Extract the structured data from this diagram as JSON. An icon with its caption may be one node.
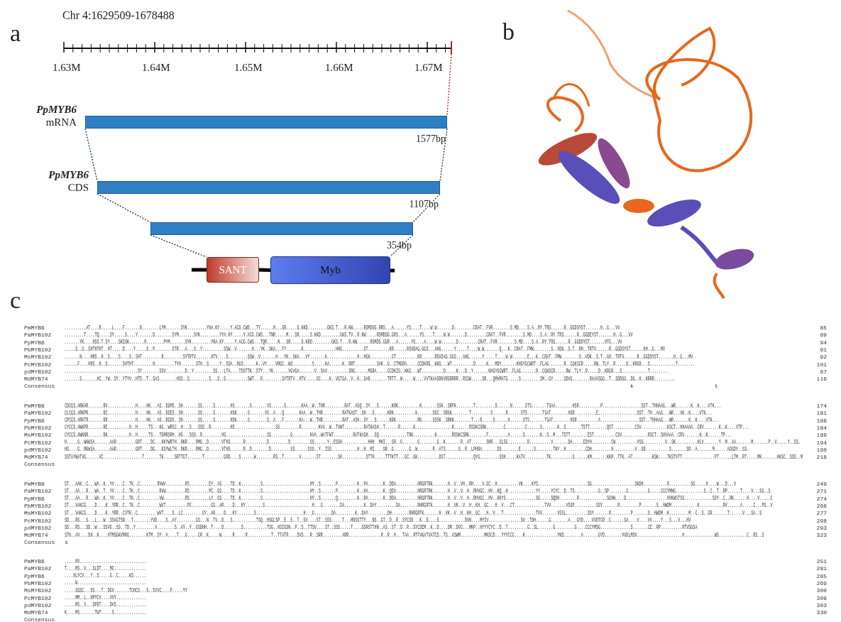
{
  "diagram": {
    "nodes": [
      {
        "text": [],
        "shape": "line"
      },
      {
        "text": [],
        "shape": "bar",
        "beside": [
          "PpMYB6",
          "mRNA",
          "1577bp"
        ]
      },
      {
        "text": [],
        "shape": "bar",
        "beside": [
          "PpMYB6",
          "CDS",
          "1107bp"
        ]
      },
      {
        "text": [],
        "shape": "bar",
        "beside": [
          "354bp"
        ]
      },
      {
        "text": [
          "SANT"
        ]
      },
      {
        "text": [
          "Myb"
        ]
      }
    ],
    "edges": [
      {
        "from": 0,
        "to": 1,
        "arrow": "none",
        "style": "dashed",
        "color": "#b22222"
      },
      {
        "from": 1,
        "to": 2,
        "arrow": "none",
        "style": "dashed"
      },
      {
        "from": 1,
        "to": 2,
        "arrow": "none",
        "style": "dashed"
      },
      {
        "from": 2,
        "to": 3,
        "arrow": "none",
        "style": "dashed"
      },
      {
        "from": 2,
        "to": 3,
        "arrow": "none",
        "style": "dashed"
      },
      {
        "from": 3,
        "to": 4,
        "arrow": "none",
        "style": "dashed"
      },
      {
        "from": 3,
        "to": 5,
        "arrow": "none",
        "style": "dashed"
      },
      {
        "from": 4,
        "to": 5,
        "arrow": "none",
        "style": "thick"
      }
    ],
    "labels": [
      "a",
      "Chr 4:1629509-1678488",
      "1.63M",
      "1.64M",
      "1.65M",
      "1.66M",
      "1.67M",
      "b",
      "c",
      "PmMYB6",
      "..........AT....R.....L....F.......R........LYM.......SYK.........YHA.KY.....Y.ACG.CWS...TY......H...SR.....S.KKD.........GKS.T...R.KW.....RSMDSG.RRS...A......YS....T....W.W.......D.........CRAT..FVR........S.MD....S.A..RY.TRS......R..GGDSYST.......H..G...VV",
      "85",
      "PaMYB102",
      ".........T....TQ.....SY.....S....Y.......D........SYM.......SYK.........YYA.KY.....Y.ACG.CWS...TNR.....M...SR.....S.KKD.........GKS.TV..R.KW.....RSMDSG.GRS...A......YS....T....W.W.......D.........CRAT..FVR........S.MD....S.A..RY.TRS......R..GGDEYST.......H..G...VV",
      "89",
      "PpMYB6",
      ".......YK....HSS.T.SY....SKSSK.......R........PYM.......SYK.........YRA.KY.....Y.ACG.CWS...TQR.....N...SR.....S.KRD.........GKS.T...R.KW......RSMDS.GGR...A......YS....A....W.W.......D.........CRAT..FVR........S.MD....S.A..RY.TRS......R..GGDSYST.......HTG...VV",
      "94",
      "PbMYB102",
      ".....S..S..SHTHTHT..HT.....D....Y.....S..P........STR...A...S..Y..........SSW..V.......H...YK..SKA...FY.......K...............HHG..........ST..........KR......RSVDAG.GGS...AHG......Y.....T....W.W.......Q...K..CRAT..FMW........S..VDK..S.T..RH..TRTV......R..GGDSYST......HH..G...MV",
      "91",
      "MsMYB102",
      ".......N....HRS..H..S....S....S..SHT.........R.........SYTRTV.......HTV....S.........SSW..V.......H...YK..SKA...VY.......K..............H..HGK..........ST..........KR......RSVDAG.GGS...AHG......Y.....T....W.W.......E...K..CRAT..FMW........S..VDK..S.T..GH..TRTV......R..GGDSYST.......H..G...MV",
      "92",
      "PcMYB102",
      "......F....HRS..H..S.......SHTHT.........H.........TYH.......STH..S.....Y..SSA..HGS......K..VY....VRGC..WS.........S.....KA......K..RRT..........SVK..G..CTMGRA.....CCDKRG..KKG...WT..........D.....K...MDY.......KHGYGCWRT..FLAG.......R..CGKSCR.....RW..TLY..R.....D..KRGR...S............T........",
      "101",
      "pdMYB102",
      "..................................SY........SSV.........D..Y.........SS...LTA....TDSTTK..STY...YK.......VGVGA.......V..SAV..........SRG......MGRA.....CCDKIG..KKG...WT..........D.....K...D..Y.......KHGYGCWRT..FLAG.......R..CGKSCR.....RW..TLY..R.....D..KRGR...S............T........",
      "87",
      "MdMYB74",
      ".......S.......HC..YW..SY..YTYV..HTD..T..SAS........HSS..S.........S...S..S..........SWT...R.........SYTRTV..HTV.....SC....K..VGTGA..V..K..SAR........TRTT..W.....W....VVTKAASRKVRGRRRR..RSSW.....SR...QMVMATG.....S.........SM..GY.....SDVG........RAAVSGG..T..SDRSG..DG..H..KRRR..........",
      "116",
      "Consensus",
      "k",
      "t",
      "PmMYB6",
      "CDCGS.ARKAR.......RV.............H....HK...AS..DGMS..SH.......SS.....S.......HS.......S.......VS......S.......KAA..W..THR.........RAT..ASQ..SY...S......KRK..........K.......SSK..SRFK........T.........S......N......STS.......TSAA........HSR..........P..................SST..THHAAG...WR.......K..K....VTK...",
      "174",
      "PaMYB102",
      "CLCGS.ARKPR.......RC.............H....HK...AS..DGES..SH.......SS.....S.......HSK.....S.......VS..A...Q.......KAA..W..THR.........RATKAST..SH...S......KRK..........K.......SSC..SRGK........T.........S......R......STS.......TSAT........HSR..........E..................SST..TH..AAG...WR...VK..K....VTK...",
      "181",
      "PpMYB6",
      "CPCGS.ARKTR.......RR.............H....HK...AS..DGDS..SH.......SS.....S.......HSK.....S........S..A...F.......KA...W..THR.........RAT..ASH..SY...S......KRK..........RK.....SSSK..SRKK........T...R.....S......H......STS.......TSAT........HSR..........A..................SST..THHAAG...WR.......K..K....VTK...",
      "186",
      "PbMYB102",
      "CYCCS.AWKPR.......RE..........H..H.....TS...KG..WRSC..H...S...SSS..R.........HS...................SS.........R........KVA..W..TVWT.........RATKASH..T......R......K.................K.......RSSKCSRK........C.........C......S.......K..S.......TSTT........QST..........CSV............KSCT..HHAAAA..CRV.......K..K....VTP...",
      "184",
      "MsMYB102",
      "CYCCS.AWKNR.......RK..........H..H.....TS...TGMRSRH..HS...SSS..R.........HS...................SS.........G........KVA..WATFWT.........RATKASH...SQ.............TRK..........K.......RSSKCSRK........F.........A......S.......K..S..M...TSTT........EST..........CSV............RSCT..SHVAAA..CRV.......K..K......TP...",
      "189",
      "PcMYB102",
      "H.....G..WKWSA.......AAR.........GRT....DC...KKYWRTH..RKR....RMG..D......VTHS......R..........D.........D.........SS......Y..ESSH............HHH..MHI...SR..G.......G........G..K.......R..AT.......SHR...SLSG.........R..........V.......DA.....EDYH.........CW..........VSS..........V..SK..........HLV.......Y..M..AA.......M.......P..V.....Y..SS.",
      "194",
      "pdMYB102",
      "HS....G..RKWSA.......AAR.........GRT....DG...KSYWLTH..RKR....RMG..D......VTHS......R..D........D.........SS......SSS..Y..ISS............H..H..MI....SR..G.......G..W.......R..ATS......S..R..LPHRA.......DS........E......S........TNY..H.........CDH.........H..........V..SR...........S.......SR..A.......M......ADGDY..SS.",
      "180",
      "MdMYB74",
      "SSTAYWATVG......VC..................T.......TK.....SRTTGT.......T.........GRD....S......W........RS..T.......V.......ST........SH...........STTH.....TTTKTT...GC..GK..........DST.............QYG.........SSH.....KATV..........TK..........S......KM.......KKM..TTK..AT.........KSK....TKSTVTT...............PT......LTM..RT.....MK.......HKSC..SSS..M",
      "218",
      "Consensus",
      "PmMYB6",
      "ST...AAK..C...WA..K..YV....C..TK..C........RVWV.........RS.........EY..AS....TD..K.........S......................HY..S.......P.........K..PA.......K..DDA..........HRGRTRK.......H..V..VH..RH....V.GC..H..........VK....KYS.......................SG....................SKDH...........R..........SG.....H....W...D...V",
      "249",
      "PaMYB102",
      "ST...AA...R...WA..T..YV....C..TK..C.........RVW.........RS.........PC..GS....TD..K.........S......................HY..S.......P.........K..HA.......K..QDV..........HRGRTRK.......H..V..V..H..RHVGC..HV..KQ..H.............YY.....YCYC..D..TS...........G..SP........G.........G.....CCCYMNG.............S..C..T..RP......T....V...SG..S",
      "271",
      "PpMYB6",
      "ST...AA...R...WA..K..YV....C..TK..C.........VW..........RS.........LY..GS....TD..K.........S......................HY..S.......Q.........K..RA.......K..DDA..........HRGRTRK.......H..V..V..H..RHVGC..HV..KKYS..............SG.....SQDH........R.............SGHW....D...................HVKWSTSS.............SSY..C..RK......H....V.....C",
      "274",
      "PbMYB102",
      "ST...VAKCG....D....K..YRR..C..TK..C.........WVT..........PC.........GS..AR....D...KY........S......................H...G........DA.........K..DAY.........DA........RHRGRTK.......H..VK..V..H..KH..GC...H..V...CT..............TVV.......VSSP..........SSY.......R.........P.......S..HWDM............K...........RV......A.....I...PS..V",
      "268",
      "MsMYB102",
      "ST...VAKCG....D....K..YRR..CVTK..C.........WVT....S..LC.........GY..AR....D...KY........S......................H...G........DA.........K..DAY.........DH........RHRGRTK.......H..VK..V..H..KH..GC...H..V...T...............TVV.......VSSL..........SSY.......R.........P.......S..HWDM..K.........M..C..S..GR.......T......V...SA..S",
      "277",
      "PcMYB102",
      "SD...RS...S...L...W..SSAGTSN...T........YVD....S..AY.........GS...N..TV..D...S...........TSQ..HSGLSP..E..S..T..SV....ST..SSS.....T...MRSSTTY...NS..GT..D..R..SYCSD...K..D....S............DVN....MYIV...............SV..TDH......G........A...GYD....VVDTCR..C......SA....V....VV....Y...S...V...HV",
      "298",
      "pdMYB102",
      "SD...RS...SD..W...SSVG..SS..TD..Y.........V........S..AY..Y..GSDHH..T....D........S...........TSG..HSIGSN..P..S..TTSV....ST..SSS.....T....SSRSTTHN..AS..ST..D..R..SYCSEM..K..D....DM..DVC...MKP..HYYYCYC..D..T.........G..SL.......G.........G....CCCYMSG..............S.......CE..RP..........RTVSGSA",
      "293",
      "MdMYB74",
      "STH..AV....DH..K....HTMSGKVMRG........KTM..SY..A....T...G.....CR..K.....W.....R.....R...........T..TTATR....SVS...R..SRR.........ARR...............R..R..H...TAA..RTFVKATVATCS..TS..ASWM...........MKSCD...YYYCCC....K...............YND........A.......GYD........VVDLMSV.....................H..............WS.............C..RS..S",
      "323",
      "Consensus",
      "s",
      "PmMYB6",
      ".....HV...............................",
      "251",
      "PaMYB102",
      "T....MS..V...SLDT....MC...............",
      "281",
      "PpMYB6",
      "....HLYCV...Y..S.....G..C.....KS......",
      "285",
      "PbMYB102",
      ".....W................................",
      "269",
      "MsMYB102",
      ".....SSSC...SS...T..DGV.......TCHCS...S..SVVC....P.....YY",
      "300",
      "PcMYB102",
      ".....MM..L..HPYCV....VVY..............",
      "309",
      "pdMYB102",
      ".....MS..V...SPDT....DVS..............",
      "303",
      "MdMYB74",
      "K....MS.......TWT.....S...............",
      "330",
      "Consensus"
    ]
  }
}
